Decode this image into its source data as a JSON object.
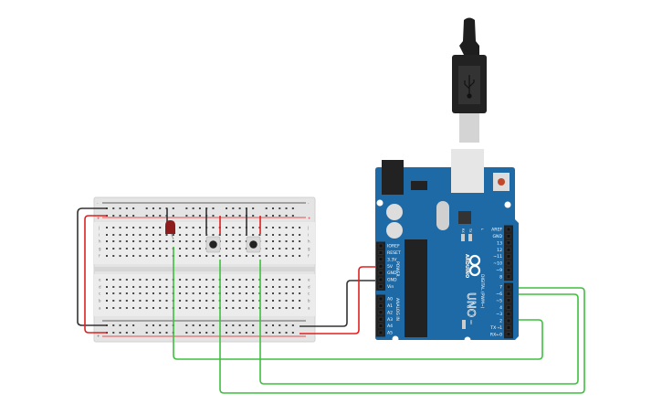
{
  "colors": {
    "board": "#1e6aa6",
    "wire_black": "#333333",
    "wire_red": "#e0201e",
    "wire_green": "#3fbf3f",
    "led": "#8f1c1c",
    "breadboard": "#e8e8e8"
  },
  "breadboard": {
    "rows_top": [
      "j",
      "i",
      "h",
      "g",
      "f"
    ],
    "rows_bottom": [
      "e",
      "d",
      "c",
      "b",
      "a"
    ],
    "columns": 30,
    "rail_plus": "+",
    "rail_minus": "-"
  },
  "arduino": {
    "brand": "ARDUINO",
    "model": "UNO",
    "power_header_title": "POWER",
    "power_pins": [
      "IOREF",
      "RESET",
      "3.3V",
      "5V",
      "GND",
      "GND",
      "Vin"
    ],
    "analog_header_title": "ANALOG IN",
    "analog_pins": [
      "A0",
      "A1",
      "A2",
      "A3",
      "A4",
      "A5"
    ],
    "digital_header_title": "DIGITAL (PWM~)",
    "digital_pins_upper": [
      "AREF",
      "GND",
      "13",
      "12",
      "~11",
      "~10",
      "~9",
      "8"
    ],
    "digital_pins_lower": [
      "7",
      "~6",
      "~5",
      "4",
      "~3",
      "2",
      "TX➝1",
      "RX←0"
    ],
    "leds": [
      "RX",
      "TX",
      "L"
    ],
    "on_label": "ON"
  },
  "usb_icon": "usb-icon"
}
